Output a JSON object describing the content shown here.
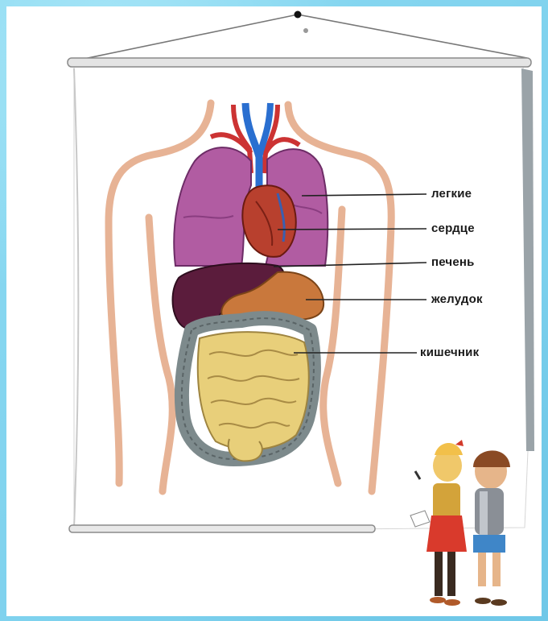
{
  "labels": {
    "lungs": "легкие",
    "heart": "сердце",
    "liver": "печень",
    "stomach": "желудок",
    "intestine": "кишечник"
  },
  "colors": {
    "background": "#7fd3ee",
    "lungs": "#b05aa0",
    "heart": "#b8402e",
    "liver": "#5a1c3c",
    "stomach": "#c9783c",
    "intestine": "#e8cf7a",
    "colon": "#7d8a8c",
    "body_outline": "#e9b79a"
  }
}
